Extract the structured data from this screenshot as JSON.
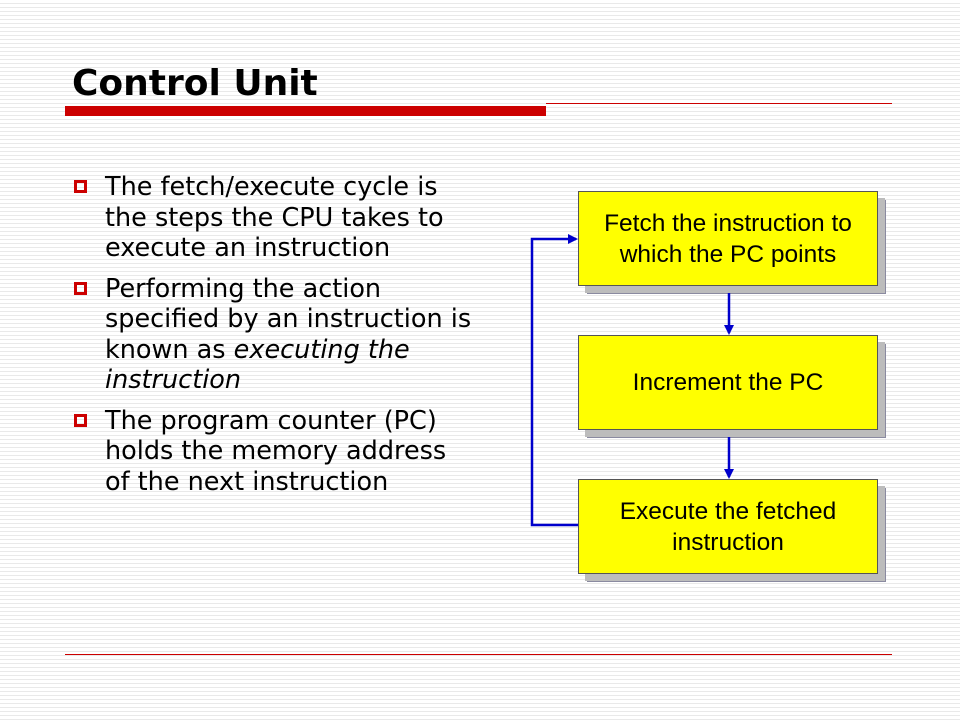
{
  "slide": {
    "title": "Control Unit"
  },
  "bullets": [
    {
      "text": "The fetch/execute cycle is the steps the CPU takes to execute an instruction"
    },
    {
      "text": "Performing the action specified by an instruction is known as ",
      "emphasis": "executing the instruction"
    },
    {
      "text": "The program counter (PC) holds the memory address of the next instruction"
    }
  ],
  "flowchart": {
    "steps": [
      {
        "label": "Fetch the instruction to which the PC points"
      },
      {
        "label": "Increment the PC"
      },
      {
        "label": "Execute the fetched instruction"
      }
    ]
  },
  "colors": {
    "accent_red": "#cc0000",
    "box_fill": "#ffff00",
    "arrow_blue": "#0000cc"
  }
}
